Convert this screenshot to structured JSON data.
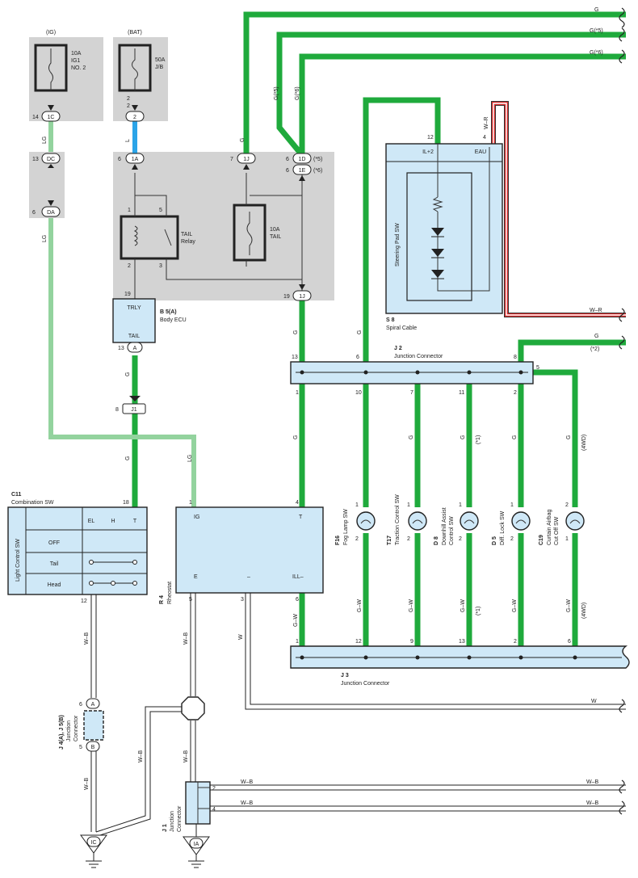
{
  "wire_labels": {
    "g_top": "G",
    "g5_top": "G(*5)",
    "g6_top": "G(*6)",
    "g5_vert": "G(*5)",
    "g6_vert": "G(*6)",
    "wr": "W–R",
    "wr_right": "W–R",
    "g_right": "G",
    "star2": "(*2)",
    "lg1": "LG",
    "lg2": "LG",
    "lg3": "LG",
    "l": "L",
    "g_1j": "G",
    "g_a": "G",
    "g_j1": "G",
    "g_13": "G",
    "g_j2_10": "G",
    "g_j2_1": "G",
    "g_j2_7": "G",
    "g_j2_11": "G",
    "star1a": "(*1)",
    "g_j2_2": "G",
    "g_j2_5": "G",
    "fourwd_a": "(4WD)",
    "gw1": "G–W",
    "gw2": "G–W",
    "gw3": "G–W",
    "gw4": "G–W",
    "gw5": "G–W",
    "gw6": "G–W",
    "star1b": "(*1)",
    "fourwd_b": "(4WD)",
    "wb1": "W–B",
    "wb2": "W–B",
    "wb3": "W–B",
    "wb4": "W–B",
    "wb5": "W–B",
    "wb6": "W–B",
    "wb7": "W–B",
    "wb8": "W–B",
    "wb9": "W–B",
    "w1": "W",
    "w2": "W"
  },
  "fuses": {
    "ig_source": "(IG)",
    "bat_source": "(BAT)",
    "ig1_l1": "10A",
    "ig1_l2": "IG1",
    "ig1_l3": "NO. 2",
    "jb_l1": "50A",
    "jb_l2": "J/B",
    "tail_l1": "10A",
    "tail_l2": "TAIL"
  },
  "relay": {
    "l1": "TAIL",
    "l2": "Relay"
  },
  "connectors": {
    "c1c": "1C",
    "c2": "2",
    "cdc": "DC",
    "cda": "DA",
    "c1a": "1A",
    "c1j_top": "1J",
    "c1d": "1D",
    "c1e": "1E",
    "c1j_bot": "1J",
    "ca": "A",
    "cj1": "J1",
    "ca2": "A",
    "cb2": "B",
    "cic": "IC",
    "cia": "IA",
    "c1d_note": "(*5)",
    "c1e_note": "(*6)"
  },
  "pins": {
    "p14": "14",
    "p2a": "2",
    "p2b": "2",
    "p13a": "13",
    "p6a": "6",
    "p6b": "6",
    "p7": "7",
    "p6c": "6",
    "p6d": "6",
    "p1r": "1",
    "p5r": "5",
    "p2r": "2",
    "p3r": "3",
    "p19a": "19",
    "p19b": "19",
    "p13b": "13",
    "p8": "8",
    "p12s": "12",
    "p4s": "4",
    "p13j": "13",
    "p6j": "6",
    "p8j": "8",
    "p5j": "5",
    "p1j": "1",
    "p10j": "10",
    "p7j": "7",
    "p11j": "11",
    "p2j": "2",
    "p18": "18",
    "p1ig": "1",
    "p4t": "4",
    "p5e": "5",
    "p3m": "3",
    "p6ill": "6",
    "p12c": "12",
    "f16_1": "1",
    "f16_2": "2",
    "t17_1": "1",
    "t17_2": "2",
    "d8_1": "1",
    "d8_2": "2",
    "d5_1": "1",
    "d5_2": "2",
    "c19_2": "2",
    "c19_1": "1",
    "j3_1": "1",
    "j3_12": "12",
    "j3_9": "9",
    "j3_13": "13",
    "j3_2": "2",
    "j3_6": "6",
    "p6x": "6",
    "p5x": "5",
    "p2x": "2",
    "p4x": "4"
  },
  "body_ecu": {
    "trly": "TRLY",
    "tail": "TAIL",
    "code": "B 5(A)",
    "name": "Body ECU"
  },
  "spiral": {
    "il2": "IL+2",
    "eau": "EAU",
    "inner": "Steering Pad SW",
    "code": "S 8",
    "name": "Spiral Cable"
  },
  "j2": {
    "code": "J 2",
    "name": "Junction Connector"
  },
  "j3": {
    "code": "J 3",
    "name": "Junction Connector"
  },
  "combination": {
    "code": "C11",
    "name": "Combination SW",
    "side": "Light Control SW",
    "col_el": "EL",
    "col_h": "H",
    "col_t": "T",
    "row_off": "OFF",
    "row_tail": "Tail",
    "row_head": "Head"
  },
  "rheostat": {
    "code": "R 4",
    "name": "Rheostat",
    "ig": "IG",
    "t": "T",
    "e": "E",
    "minus": "–",
    "ill": "ILL–"
  },
  "switches": {
    "f16_code": "F16",
    "f16_name": "Fog Lamp SW",
    "t17_code": "T17",
    "t17_name": "Traction Control SW",
    "d8_code": "D 8",
    "d8_name1": "Downhill Assist",
    "d8_name2": "Control SW",
    "d5_code": "D 5",
    "d5_name": "Diff. Lock SW",
    "c19_code": "C19",
    "c19_name1": "Curtain Airbag",
    "c19_name2": "Cut Off SW"
  },
  "j4j5": {
    "code": "J 4(A), J 5(B)",
    "n1": "Junction",
    "n2": "Connector"
  },
  "j1": {
    "code": "J 1",
    "n1": "Junction",
    "n2": "Connector"
  }
}
